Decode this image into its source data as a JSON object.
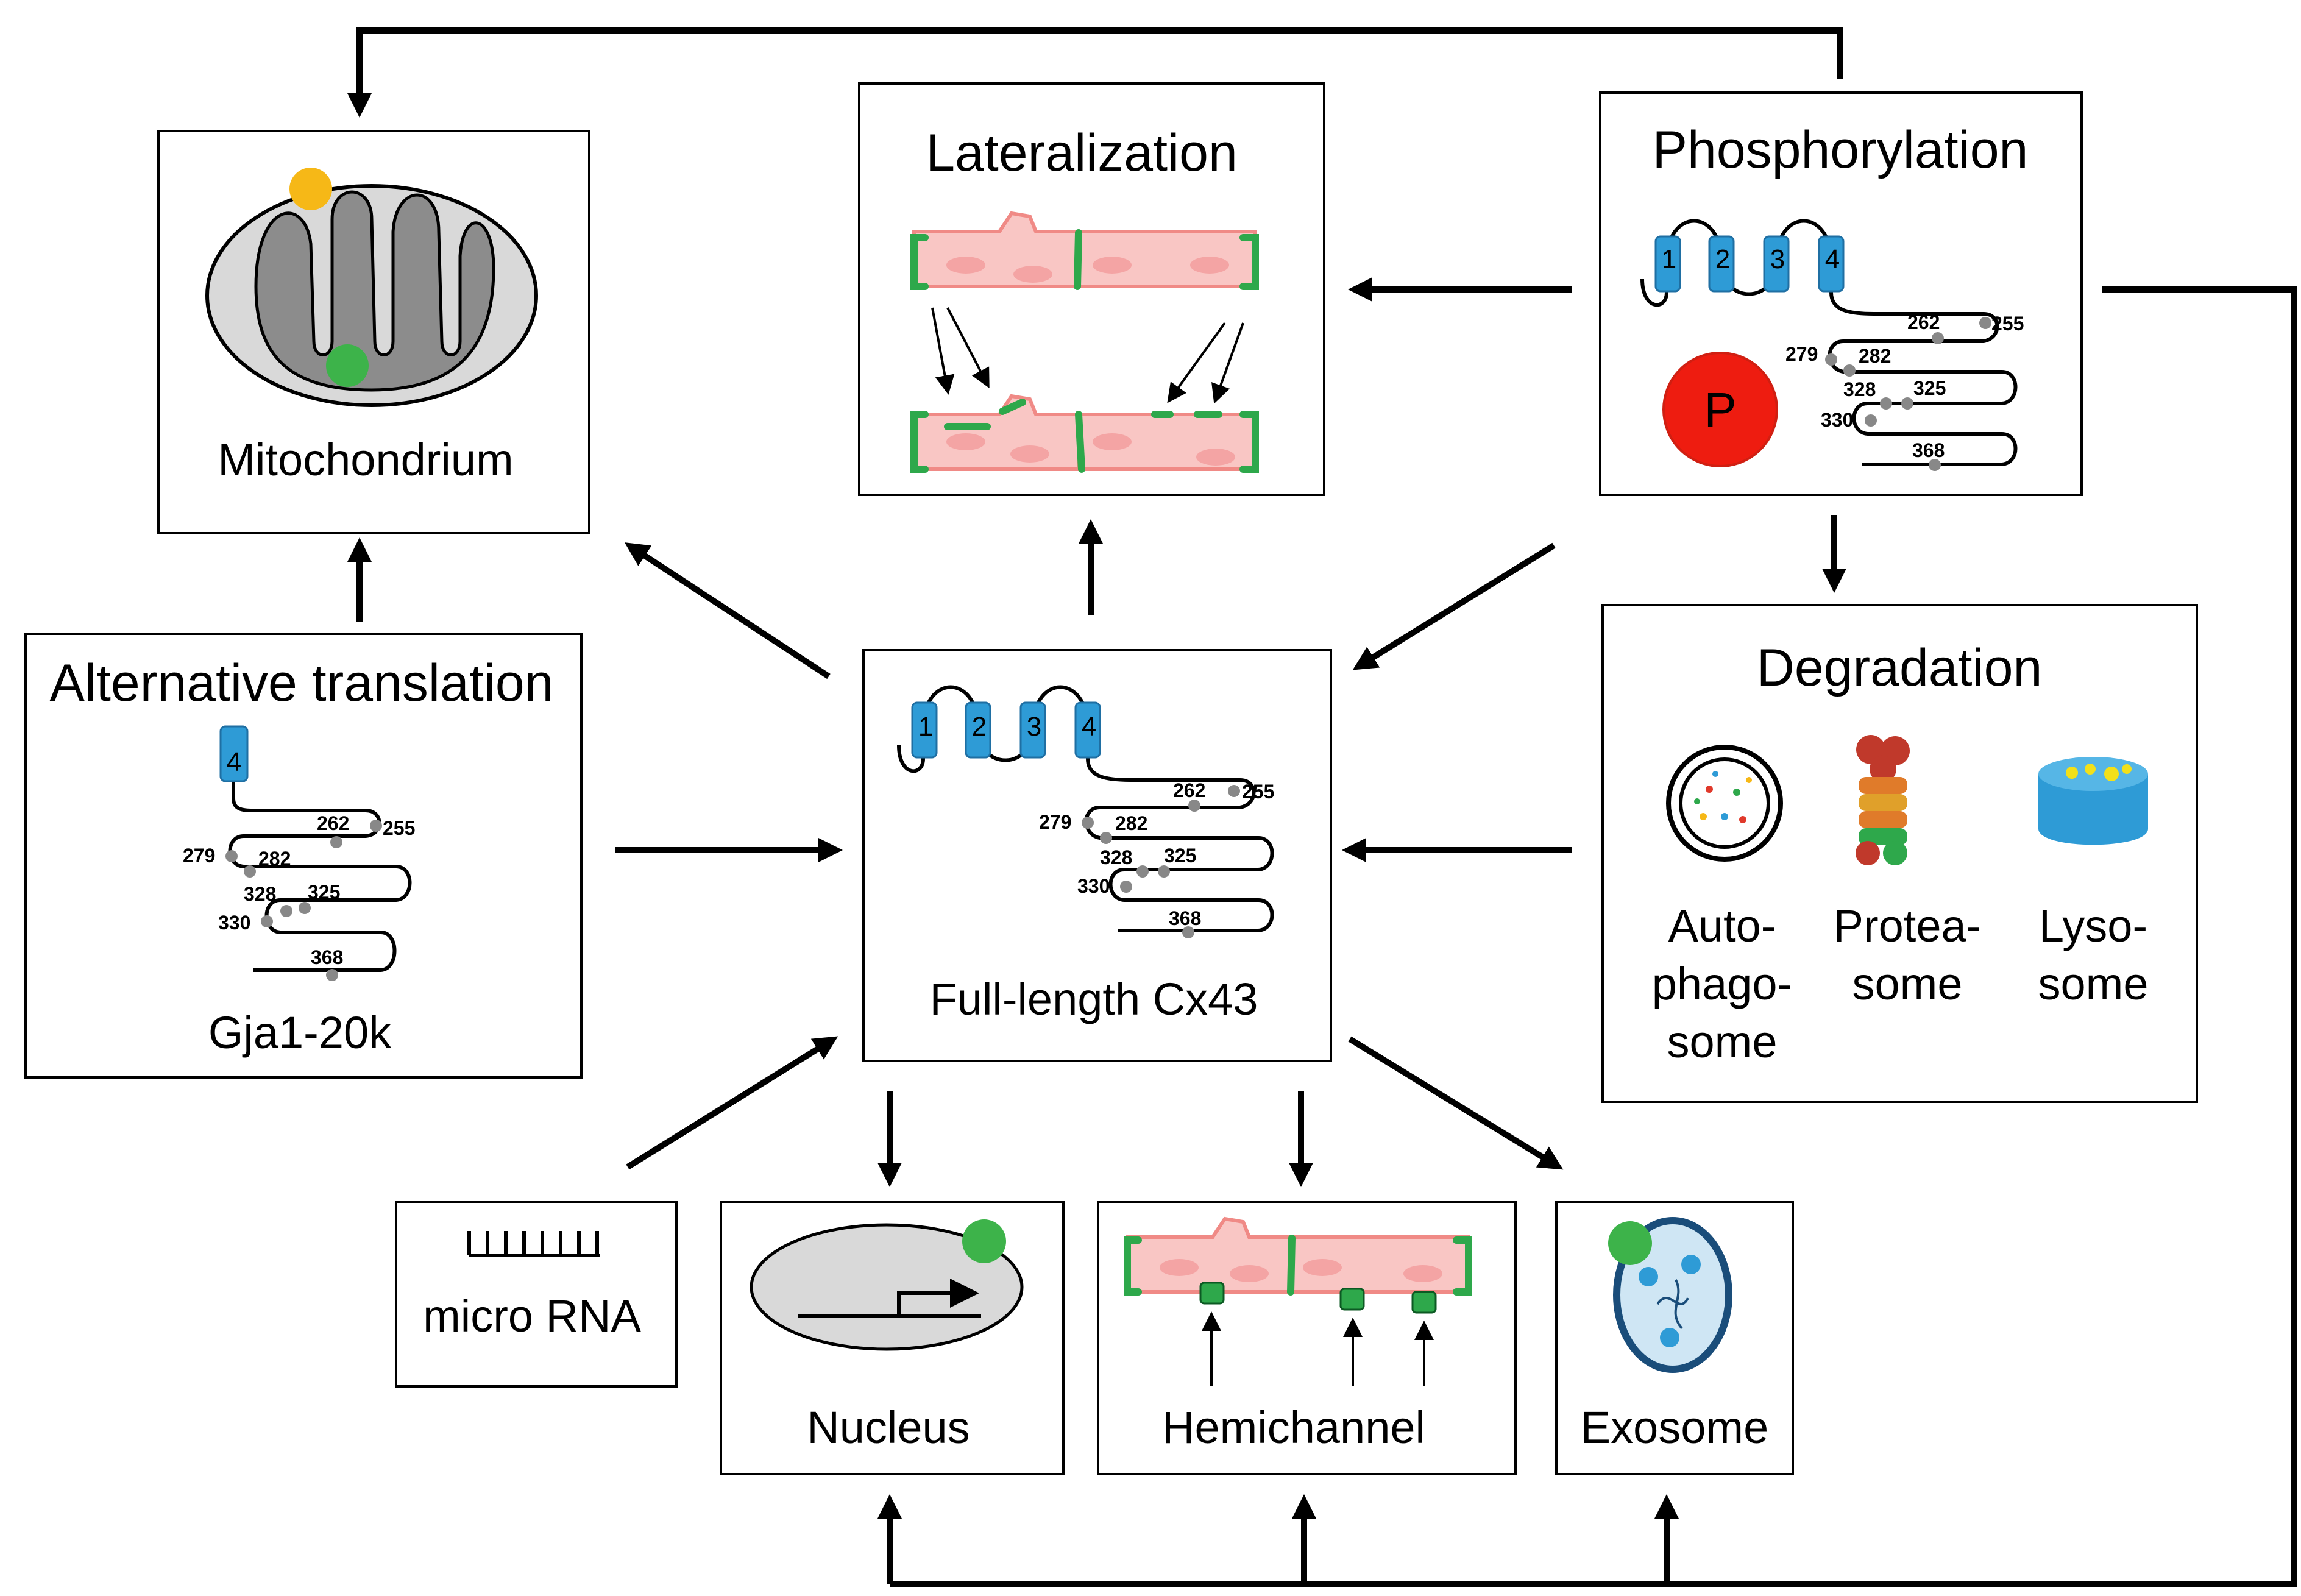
{
  "boxes": {
    "mitochondrion": "Mitochondrium",
    "lateralization": "Lateralization",
    "phosphorylation": "Phosphorylation",
    "alt_translation": "Alternative translation",
    "gja1": "Gja1-20k",
    "full_length": "Full-length  Cx43",
    "degradation": "Degradation",
    "autophagosome": [
      "Auto-",
      "phago-",
      "some"
    ],
    "proteasome": [
      "Protea-",
      "some"
    ],
    "lysosome": [
      "Lyso-",
      "some"
    ],
    "micro_rna": "micro RNA",
    "nucleus": "Nucleus",
    "hemichannel": "Hemichannel",
    "exosome": "Exosome",
    "p_label": "P"
  },
  "tm_numbers": [
    "1",
    "2",
    "3",
    "4"
  ],
  "sites": {
    "s262": "262",
    "s255": "255",
    "s279": "279",
    "s282": "282",
    "s328": "328",
    "s325": "325",
    "s330": "330",
    "s368": "368"
  },
  "colors": {
    "transmembrane": "#2e9bd6",
    "green_marker": "#3db34a",
    "yellow_marker": "#f6b817",
    "phospho": "#ee1c10",
    "cell": "#f9c6c4",
    "disc": "#2ea84b"
  }
}
